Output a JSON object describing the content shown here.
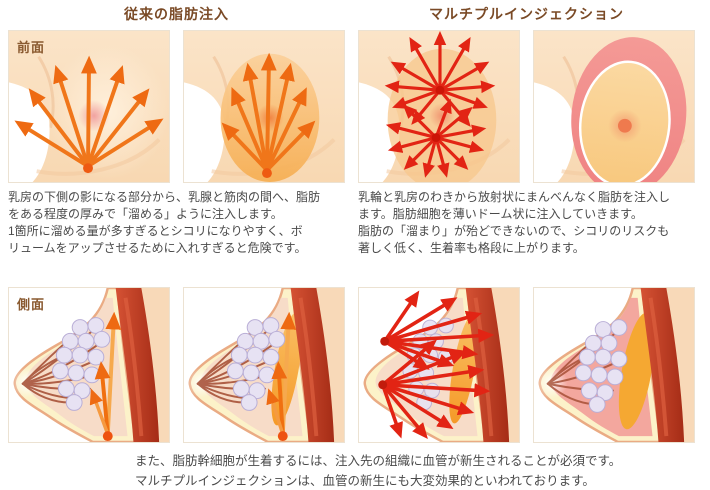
{
  "header": {
    "left_title": "従来の脂肪注入",
    "right_title": "マルチプルインジェクション"
  },
  "view_labels": {
    "front": "前面",
    "side": "側面"
  },
  "descriptions": {
    "conventional": "乳房の下側の影になる部分から、乳腺と筋肉の間へ、脂肪\nをある程度の厚みで「溜める」ように注入します。\n1箇所に溜める量が多すぎるとシコリになりやすく、ボ\nリュームをアップさせるために入れすぎると危険です。",
    "multiple": "乳輪と乳房のわきから放射状にまんべんなく脂肪を注入し\nます。脂肪細胞を薄いドーム状に注入していきます。\n脂肪の「溜まり」が殆どできないので、シコリのリスクも\n著しく低く、生着率も格段に上がります。"
  },
  "footer": {
    "text": "また、脂肪幹細胞が生着するには、注入先の組織に血管が新生されることが必須です。\nマルチプルインジェクションは、血管の新生にも大変効果的といわれております。"
  },
  "colors": {
    "title_brown": "#7a4a26",
    "label_brown": "#8a5a30",
    "body_text": "#4a4a4a",
    "skin": "#fbe2c3",
    "arrow_orange": "#f0761a",
    "arrow_red": "#e22414",
    "fat_pool_orange": "#f7b963",
    "injected_fat_pink": "#f29090",
    "muscle_red": "#b83722",
    "gland_lavender": "#e7e2f3"
  }
}
